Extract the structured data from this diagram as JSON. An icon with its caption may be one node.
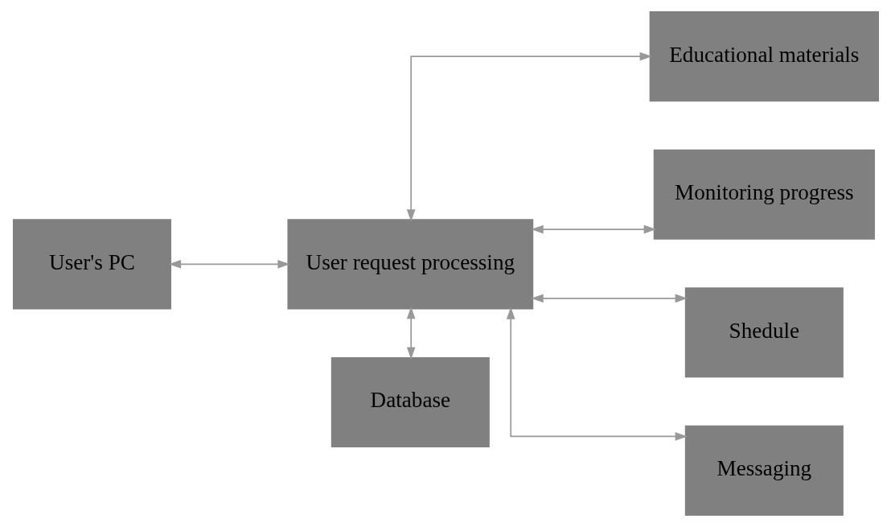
{
  "diagram": {
    "nodes": [
      {
        "text": [
          "User's PC"
        ]
      },
      {
        "text": [
          "User request processing"
        ]
      },
      {
        "text": [
          "Database"
        ]
      },
      {
        "text": [
          "Educational materials"
        ]
      },
      {
        "text": [
          "Monitoring progress"
        ]
      },
      {
        "text": [
          "Shedule"
        ]
      },
      {
        "text": [
          "Messaging"
        ]
      }
    ],
    "edges": [
      {
        "from": 0,
        "to": 1,
        "arrow": "both"
      },
      {
        "from": 1,
        "to": 2,
        "arrow": "both"
      },
      {
        "from": 1,
        "to": 3,
        "arrow": "both"
      },
      {
        "from": 1,
        "to": 4,
        "arrow": "both"
      },
      {
        "from": 1,
        "to": 5,
        "arrow": "both"
      },
      {
        "from": 1,
        "to": 6,
        "arrow": "both"
      }
    ]
  }
}
